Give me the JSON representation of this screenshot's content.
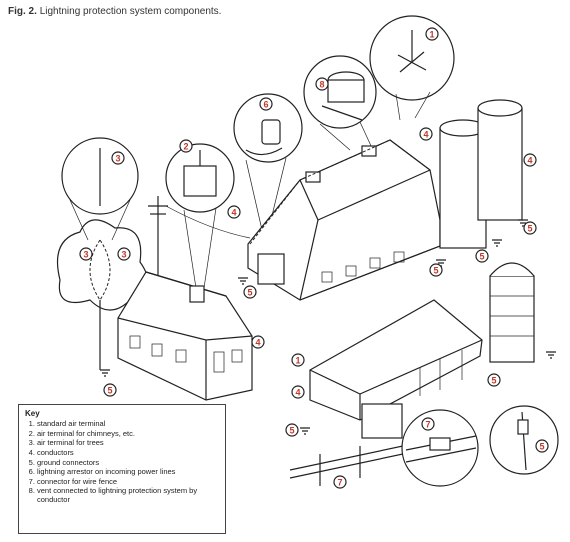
{
  "figure": {
    "label": "Fig. 2.",
    "title": "Lightning protection system components."
  },
  "callouts": {
    "c1_top": "1",
    "c2": "2",
    "c3_top": "3",
    "c3_left": "3",
    "c3_right": "3",
    "c4_barn_left": "4",
    "c4_barn_right": "4",
    "c4_silo": "4",
    "c4_house": "4",
    "c4_shed": "4",
    "c5_barn": "5",
    "c5_silo_a": "5",
    "c5_silo_b": "5",
    "c5_silo_c": "5",
    "c5_house": "5",
    "c5_shed": "5",
    "c5_silo2": "5",
    "c5_fence": "5",
    "c6": "6",
    "c7_detail": "7",
    "c7_fence": "7",
    "c8": "8",
    "c1_shed": "1"
  },
  "key": {
    "title": "Key",
    "items": [
      "standard air terminal",
      "air terminal for chimneys, etc.",
      "air terminal for trees",
      "conductors",
      "ground connectors",
      "lightning arrestor on incoming power lines",
      "connector for wire fence",
      "vent connected to lightning protection system by conductor"
    ]
  },
  "colors": {
    "callout": "#c0392b",
    "ink": "#222222"
  }
}
